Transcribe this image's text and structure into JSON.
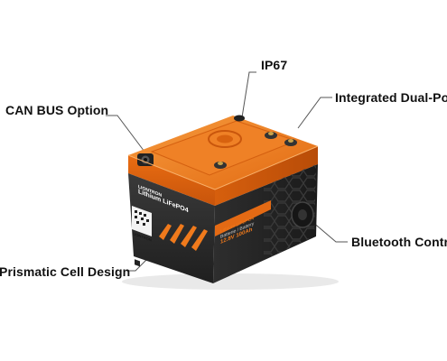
{
  "callouts": {
    "ip67": "IP67",
    "dual_pole": "Integrated Dual-Po",
    "can_bus": "CAN BUS Option",
    "bluetooth": "Bluetooth Contr",
    "prismatic": "Prismatic Cell Design"
  },
  "battery": {
    "brand": "LIONTRON",
    "product": "Lithium LiFePO4",
    "side_line1": "Lithium LiFePO4",
    "side_line2": "Batterie / Battery",
    "side_spec": "12.8V 100Ah",
    "qr_caption": "LIONTRON"
  },
  "colors": {
    "orange": "#f07a1c",
    "orange_dark": "#c9560c",
    "body_dark": "#2a2a2a"
  }
}
